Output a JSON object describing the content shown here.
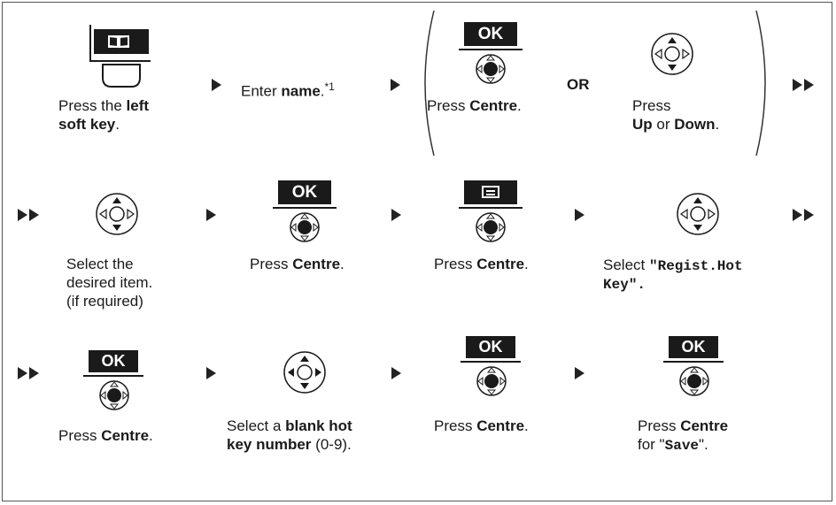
{
  "row1": {
    "step1": {
      "text_a": "Press the ",
      "bold_a": "left",
      "bold_b": "soft key",
      "text_b": "."
    },
    "step2": {
      "text_a": "Enter ",
      "bold_a": "name",
      "text_b": ".",
      "footnote": "*1"
    },
    "step3": {
      "ok_label": "OK",
      "text_a": "Press ",
      "bold_a": "Centre",
      "text_b": "."
    },
    "or_label": "OR",
    "step4": {
      "line1": "Press",
      "bold_a": "Up",
      "text_a": " or ",
      "bold_b": "Down",
      "text_b": "."
    }
  },
  "row2": {
    "step1": {
      "line1": "Select the",
      "line2": "desired item.",
      "line3": "(if required)"
    },
    "step2": {
      "ok_label": "OK",
      "text_a": "Press ",
      "bold_a": "Centre",
      "text_b": "."
    },
    "step3": {
      "text_a": "Press ",
      "bold_a": "Centre",
      "text_b": "."
    },
    "step4": {
      "text_a": "Select ",
      "quote_open": "\"",
      "mono_a": "Regist.Hot",
      "mono_b": "Key",
      "quote_close": "\".",
      "text_b": ""
    }
  },
  "row3": {
    "step1": {
      "ok_label": "OK",
      "text_a": "Press ",
      "bold_a": "Centre",
      "text_b": "."
    },
    "step2": {
      "text_a": "Select a ",
      "bold_a": "blank hot",
      "bold_b": "key number",
      "text_b": " (0-9)."
    },
    "step3": {
      "ok_label": "OK",
      "text_a": "Press ",
      "bold_a": "Centre",
      "text_b": "."
    },
    "step4": {
      "ok_label": "OK",
      "text_a": "Press ",
      "bold_a": "Centre",
      "text_b": "for \"",
      "mono_a": "Save",
      "text_c": "\"."
    }
  },
  "icons": {
    "book": "book-icon",
    "menu": "menu-key-icon",
    "navigator": "navigator-pad-icon",
    "centre": "centre-press-icon"
  },
  "colors": {
    "ink": "#1a1a1a",
    "key_fill": "#1a1a1a",
    "key_text": "#ffffff"
  }
}
